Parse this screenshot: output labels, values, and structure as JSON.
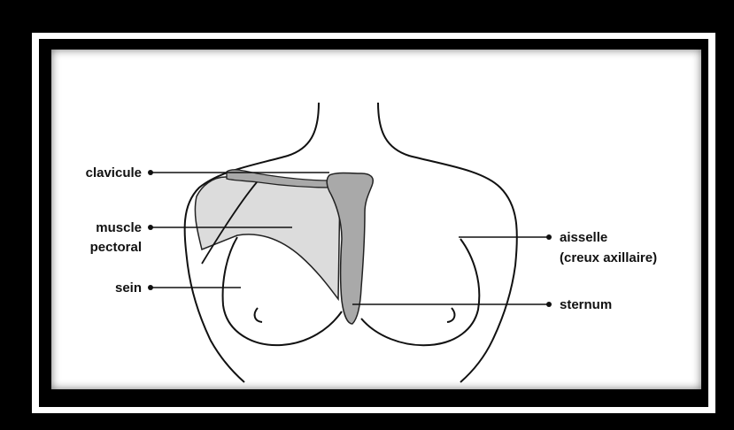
{
  "labels": {
    "clavicule": "clavicule",
    "muscle_line1": "muscle",
    "muscle_line2": "pectoral",
    "sein": "sein",
    "aisselle_line1": "aisselle",
    "aisselle_line2": "(creux axillaire)",
    "sternum": "sternum"
  },
  "colors": {
    "muscle_fill": "#dcdcdc",
    "bone_fill": "#a9a9a9",
    "outline": "#111111"
  }
}
